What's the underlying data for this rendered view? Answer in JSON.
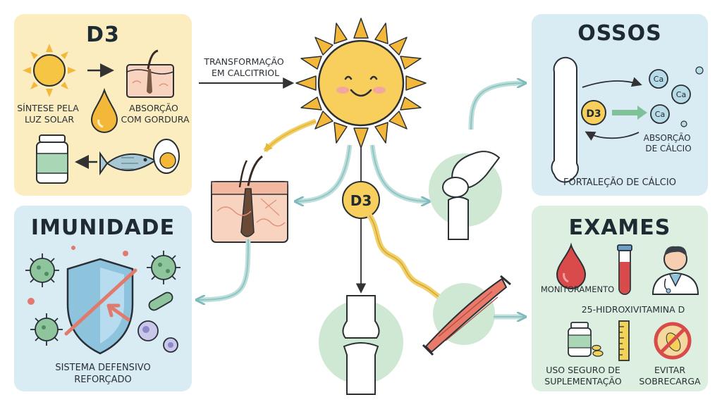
{
  "d3_card": {
    "title": "D3",
    "sun_label": "SÍNTESE PELA\nLUZ SOLAR",
    "fat_label": "ABSORÇÃO\nCOM GORDURA"
  },
  "center": {
    "transform_label": "TRANSFORMAÇÃO\nEM CALCITRIOL",
    "hub_label": "D3"
  },
  "ossos_card": {
    "title": "OSSOS",
    "calcium_symbol": "Ca",
    "d3_badge": "D3",
    "absorption_label": "ABSORÇÃO\nDE CÁLCIO",
    "footer": "FORTALEÇÃO DE CÁLCIO"
  },
  "imunidade_card": {
    "title": "IMUNIDADE",
    "footer": "SISTEMA DEFENSIVO\nREFORÇADO"
  },
  "exames_card": {
    "title": "EXAMES",
    "monitor_label": "MONITORAMENTO",
    "test_label": "25-HIDROXIVITAMINA D",
    "safe_label": "USO SEGURO DE\nSUPLEMENTAÇÃO",
    "avoid_label": "EVITAR\nSOBRECARGA"
  },
  "colors": {
    "yellow_card": "#fbedbf",
    "blue_card": "#d9ecf4",
    "green_card": "#dcefe1",
    "sun": "#f6c543",
    "arrow_gray": "#333333",
    "arrow_teal": "#8fc5c9",
    "arrow_gold": "#e8b93a"
  },
  "icons": [
    "sun-icon",
    "skin-icon",
    "oil-drop-icon",
    "bottle-icon",
    "fish-icon",
    "egg-icon",
    "bone-icon",
    "calcium-icon",
    "knee-icon",
    "muscle-icon",
    "shield-icon",
    "virus-icon",
    "blood-drop-icon",
    "test-tube-icon",
    "doctor-icon",
    "ruler-icon",
    "prohibited-icon"
  ]
}
